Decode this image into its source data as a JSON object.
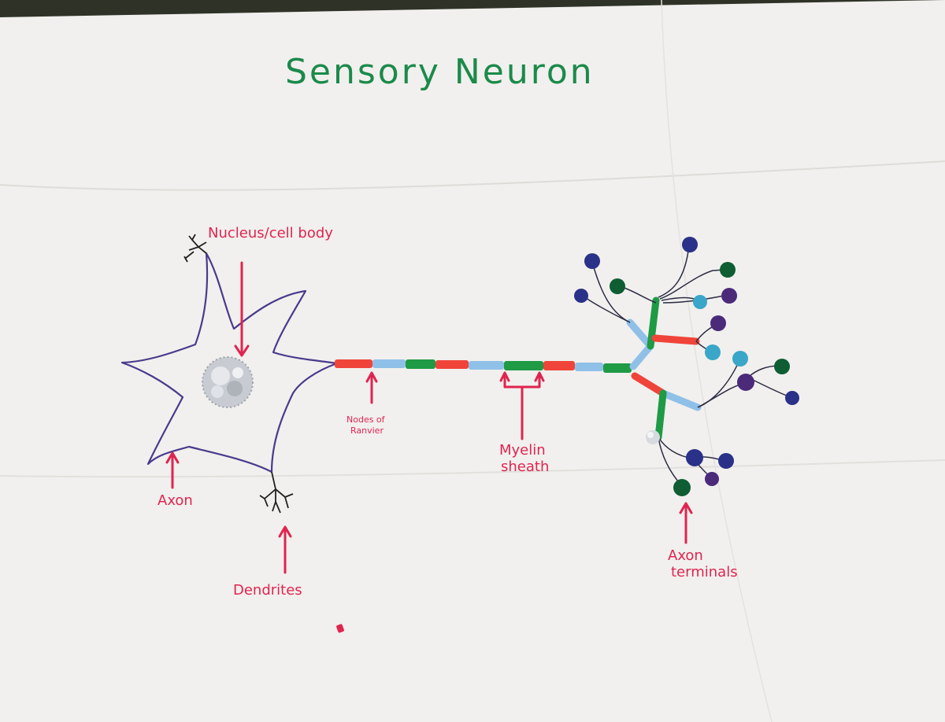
{
  "title": "Sensory Neuron",
  "labels": {
    "nucleus": "Nucleus/cell body",
    "axon": "Axon",
    "dendrites": "Dendrites",
    "nodes_line1": "Nodes of",
    "nodes_line2": "Ranvier",
    "myelin_line1": "Myelin",
    "myelin_line2": "sheath",
    "terminals_line1": "Axon",
    "terminals_line2": "terminals"
  },
  "colors": {
    "paper": "#f1f0ee",
    "title_green": "#1b8a4a",
    "label_red": "#e0244f",
    "outline_purple": "#4a3a8c",
    "straw_red": "#f0443a",
    "straw_blue": "#8fc0e8",
    "straw_green": "#1f9a45",
    "dot_navy": "#2a3188",
    "dot_green": "#0f5d33",
    "dot_teal": "#3aa6c8",
    "dot_purple": "#4b2a7a",
    "pompom": "#c8ccd2"
  }
}
